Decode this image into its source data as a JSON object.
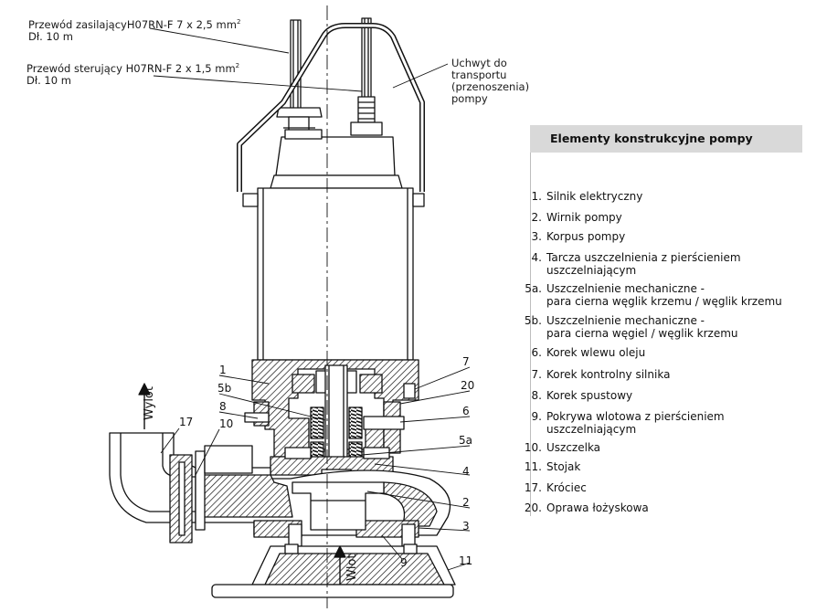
{
  "callouts": {
    "power_cable": {
      "line1": "Przewód zasilającyH07RN-F 7 x 2,5 mm",
      "sup": "2",
      "line2": "Dł. 10 m"
    },
    "control_cable": {
      "line1": "Przewód sterujący H07RN-F 2 x 1,5 mm",
      "sup": "2",
      "line2": "Dł. 10 m"
    },
    "handle": [
      "Uchwyt do",
      "transportu",
      "(przenoszenia)",
      "pompy"
    ]
  },
  "flow_labels": {
    "outlet": "Wylot",
    "inlet": "Wlot"
  },
  "part_labels": [
    "1",
    "5b",
    "8",
    "10",
    "17",
    "7",
    "20",
    "6",
    "5a",
    "4",
    "2",
    "3",
    "9",
    "11"
  ],
  "legend": {
    "title": "Elementy konstrukcyjne pompy",
    "items": [
      {
        "num": "1.",
        "text": "Silnik  elektryczny"
      },
      {
        "num": "2.",
        "text": "Wirnik  pompy"
      },
      {
        "num": "3.",
        "text": "Korpus  pompy"
      },
      {
        "num": "4.",
        "text": "Tarcza  uszczelnienia  z  pierścieniem",
        "text2": "uszczelniającym"
      },
      {
        "num": "5a.",
        "text": "Uszczelnienie  mechaniczne  -",
        "text2": " para  cierna  węglik  krzemu  /  węglik  krzemu"
      },
      {
        "num": "5b.",
        "text": "Uszczelnienie  mechaniczne  -",
        "text2": " para  cierna  węgiel  /  węglik  krzemu"
      },
      {
        "num": "6.",
        "text": "Korek  wlewu  oleju"
      },
      {
        "num": "7.",
        "text": "Korek  kontrolny  silnika"
      },
      {
        "num": "8.",
        "text": "Korek  spustowy"
      },
      {
        "num": "9.",
        "text": "Pokrywa  wlotowa  z  pierścieniem",
        "text2": "uszczelniającym"
      },
      {
        "num": "10.",
        "text": "Uszczelka"
      },
      {
        "num": "11.",
        "text": "Stojak"
      },
      {
        "num": "17.",
        "text": "Króciec"
      },
      {
        "num": "20.",
        "text": "Oprawa  łożyskowa"
      }
    ]
  }
}
